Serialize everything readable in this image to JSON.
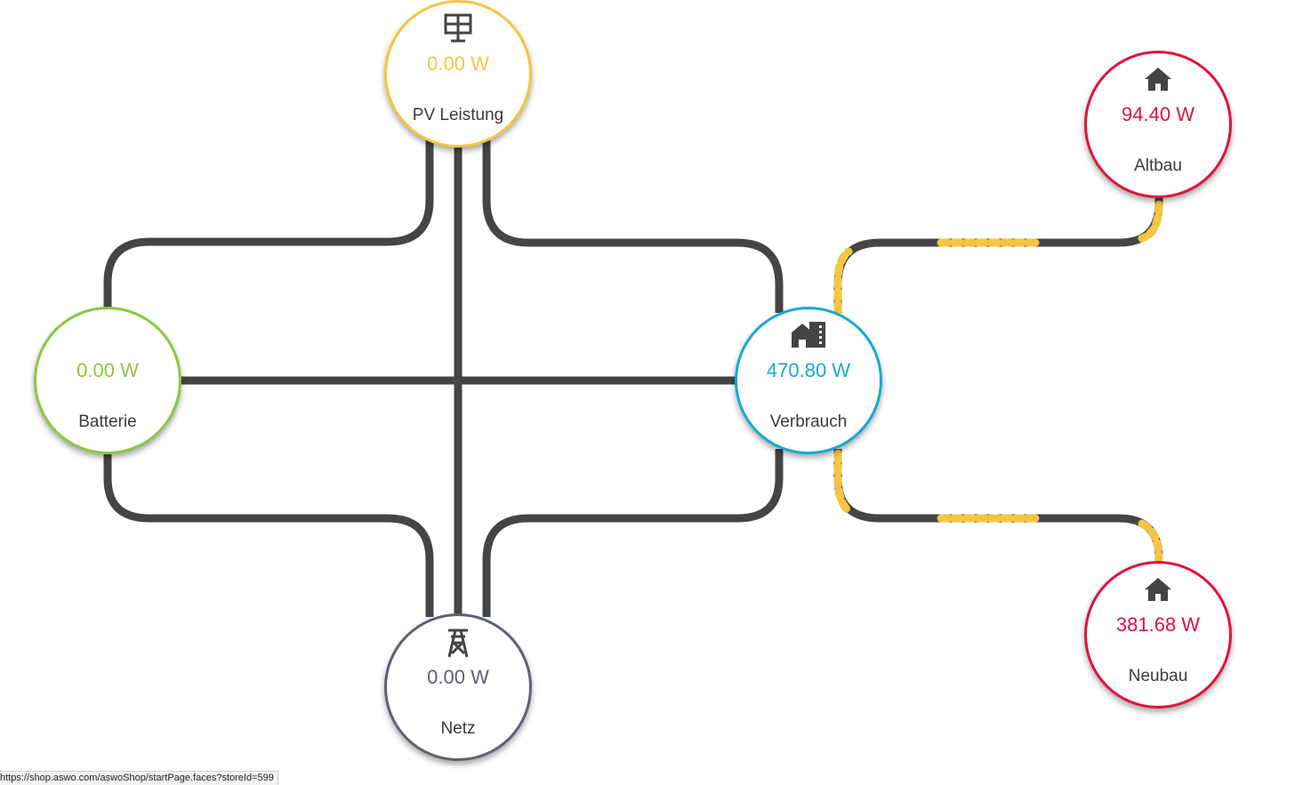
{
  "nodes": {
    "pv": {
      "value": "0.00 W",
      "label": "PV Leistung",
      "icon": "solar-panel-icon",
      "color": "#f5c542"
    },
    "battery": {
      "value": "0.00 W",
      "label": "Batterie",
      "icon": "",
      "color": "#8dc63f"
    },
    "grid": {
      "value": "0.00 W",
      "label": "Netz",
      "icon": "transmission-tower-icon",
      "color": "#5c6270"
    },
    "consumption": {
      "value": "470.80 W",
      "label": "Verbrauch",
      "icon": "buildings-icon",
      "color": "#17a9d1"
    },
    "altbau": {
      "value": "94.40 W",
      "label": "Altbau",
      "icon": "home-icon",
      "color": "#e0123f"
    },
    "neubau": {
      "value": "381.68 W",
      "label": "Neubau",
      "icon": "home-icon",
      "color": "#e0123f"
    }
  },
  "colors": {
    "line": "#454545",
    "flow_dot": "#f5c542"
  },
  "status_bar": {
    "url": "https://shop.aswo.com/aswoShop/startPage.faces?storeId=599"
  }
}
